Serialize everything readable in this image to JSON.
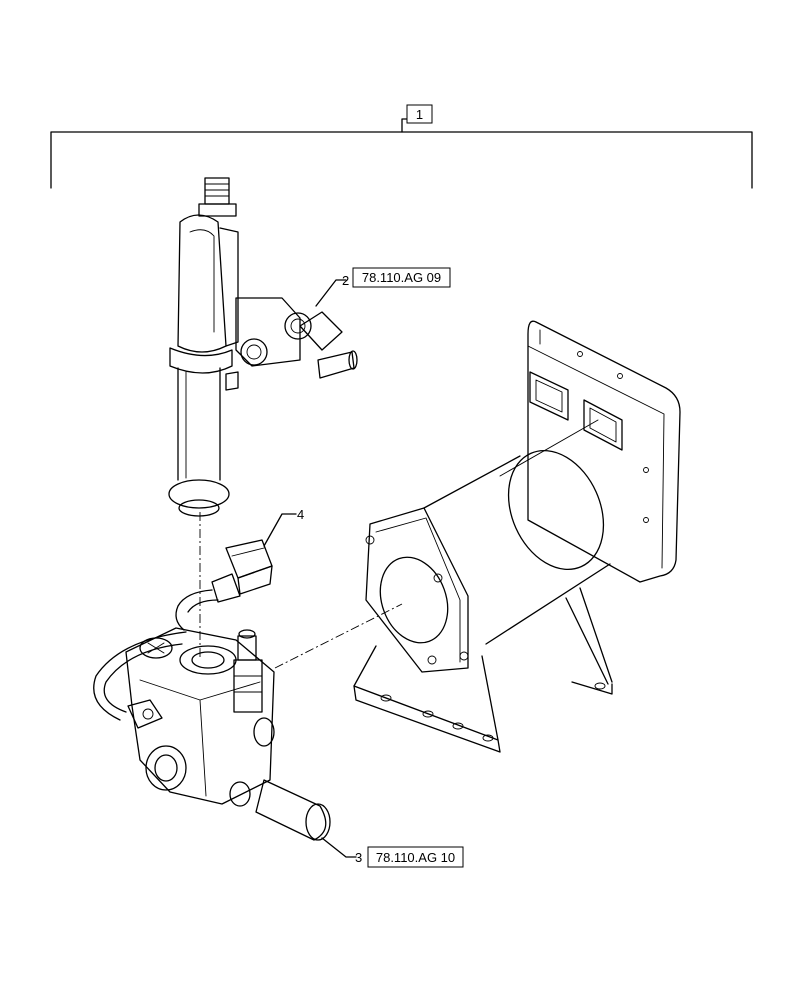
{
  "callouts": {
    "group": {
      "number": "1"
    },
    "item2": {
      "number": "2",
      "reference": "78.110.AG 09"
    },
    "item3": {
      "number": "3",
      "reference": "78.110.AG 10"
    },
    "item4": {
      "number": "4"
    }
  }
}
